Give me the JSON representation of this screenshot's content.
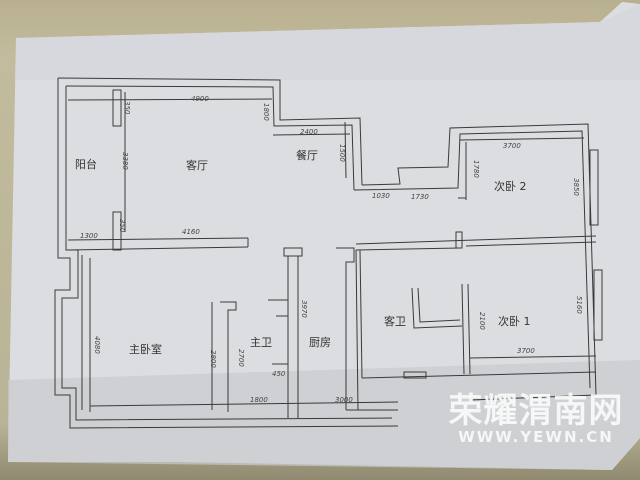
{
  "plan": {
    "rooms": {
      "balcony": "阳台",
      "living_room": "客厅",
      "dining_room": "餐厅",
      "master_bedroom": "主卧室",
      "master_bath": "主卫",
      "kitchen": "厨房",
      "guest_bath": "客卫",
      "second_bedroom_1": "次卧 1",
      "second_bedroom_2": "次卧 2"
    },
    "dimensions": {
      "living_top_width": "4900",
      "balcony_top_wall": "350",
      "living_top_right": "1800",
      "living_height": "3380",
      "dining_width": "2400",
      "dining_height": "1500",
      "balcony_width": "1300",
      "balcony_wall_small": "350",
      "living_bottom_width": "4160",
      "corridor_left": "1030",
      "corridor_right": "1730",
      "bedroom2_width": "3700",
      "bedroom2_left": "1780",
      "bedroom2_height": "3850",
      "master_height": "4080",
      "master_wall": "2800",
      "bath_height": "2700",
      "bath_small": "450",
      "bath_width": "1800",
      "kitchen_height": "3970",
      "kitchen_width": "3000",
      "bedroom1_left": "2100",
      "bedroom1_width": "3700",
      "bedroom1_height": "5160"
    }
  },
  "watermark": {
    "title": "荣耀渭南网",
    "url": "WWW.YEWN.CN"
  }
}
